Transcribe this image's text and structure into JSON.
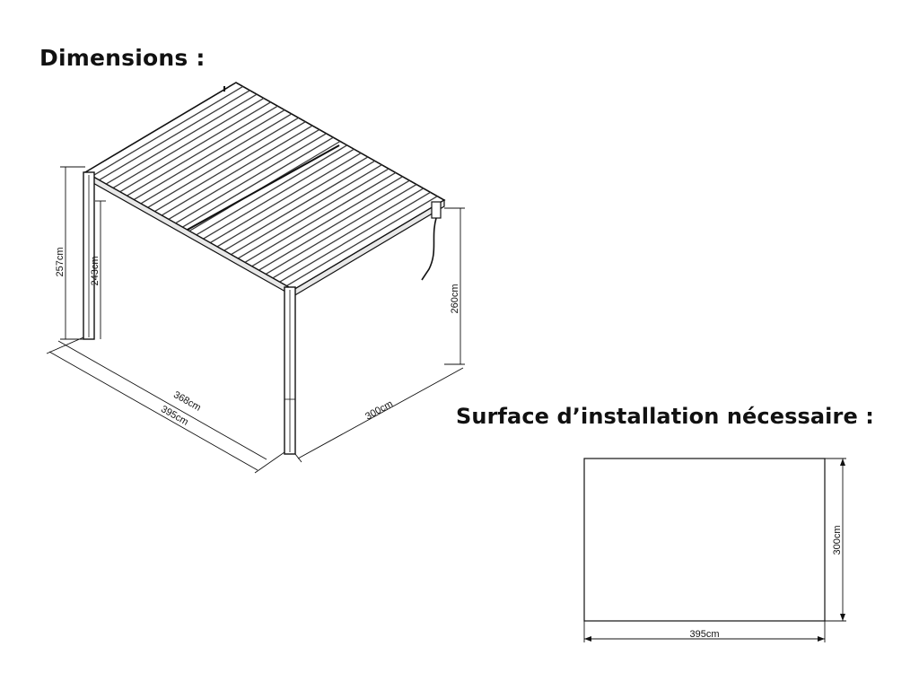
{
  "headings": {
    "dimensions": "Dimensions :",
    "surface": "Surface d’installation nécessaire :"
  },
  "pergola": {
    "labels": {
      "post_height": "257cm",
      "clearance": "243cm",
      "total_height": "260cm",
      "inner_width": "368cm",
      "total_width": "395cm",
      "depth": "300cm"
    }
  },
  "footprint": {
    "labels": {
      "depth": "300cm",
      "width": "395cm"
    }
  },
  "colors": {
    "line": "#111111",
    "roof_slat": "#3a3a3a",
    "background": "#ffffff"
  }
}
